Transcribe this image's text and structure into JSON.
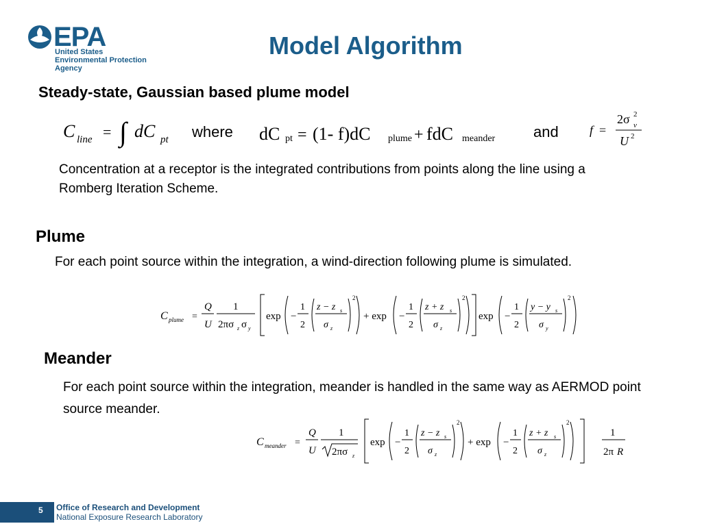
{
  "logo": {
    "wordmark": "EPA",
    "agency_lines": "United States\nEnvironmental Protection\nAgency"
  },
  "slide": {
    "title": "Model  Algorithm",
    "subtitle": "Steady-state, Gaussian based plume model",
    "eq1": {
      "where_label": "where",
      "and_label": "and"
    },
    "concentration_text": "Concentration at a receptor is the integrated contributions from points along the line using a Romberg Iteration Scheme.",
    "plume": {
      "heading": "Plume",
      "text": "For each point source within the integration, a wind-direction following plume is simulated."
    },
    "meander": {
      "heading": "Meander",
      "text": "For each point source within the integration, meander is handled in the same way as AERMOD point source meander."
    }
  },
  "footer": {
    "page_number": "5",
    "office": "Office of Research and Development",
    "lab": "National Exposure Research Laboratory"
  },
  "colors": {
    "brand_blue": "#1b5d8a",
    "footer_blue": "#1b4f7a"
  }
}
